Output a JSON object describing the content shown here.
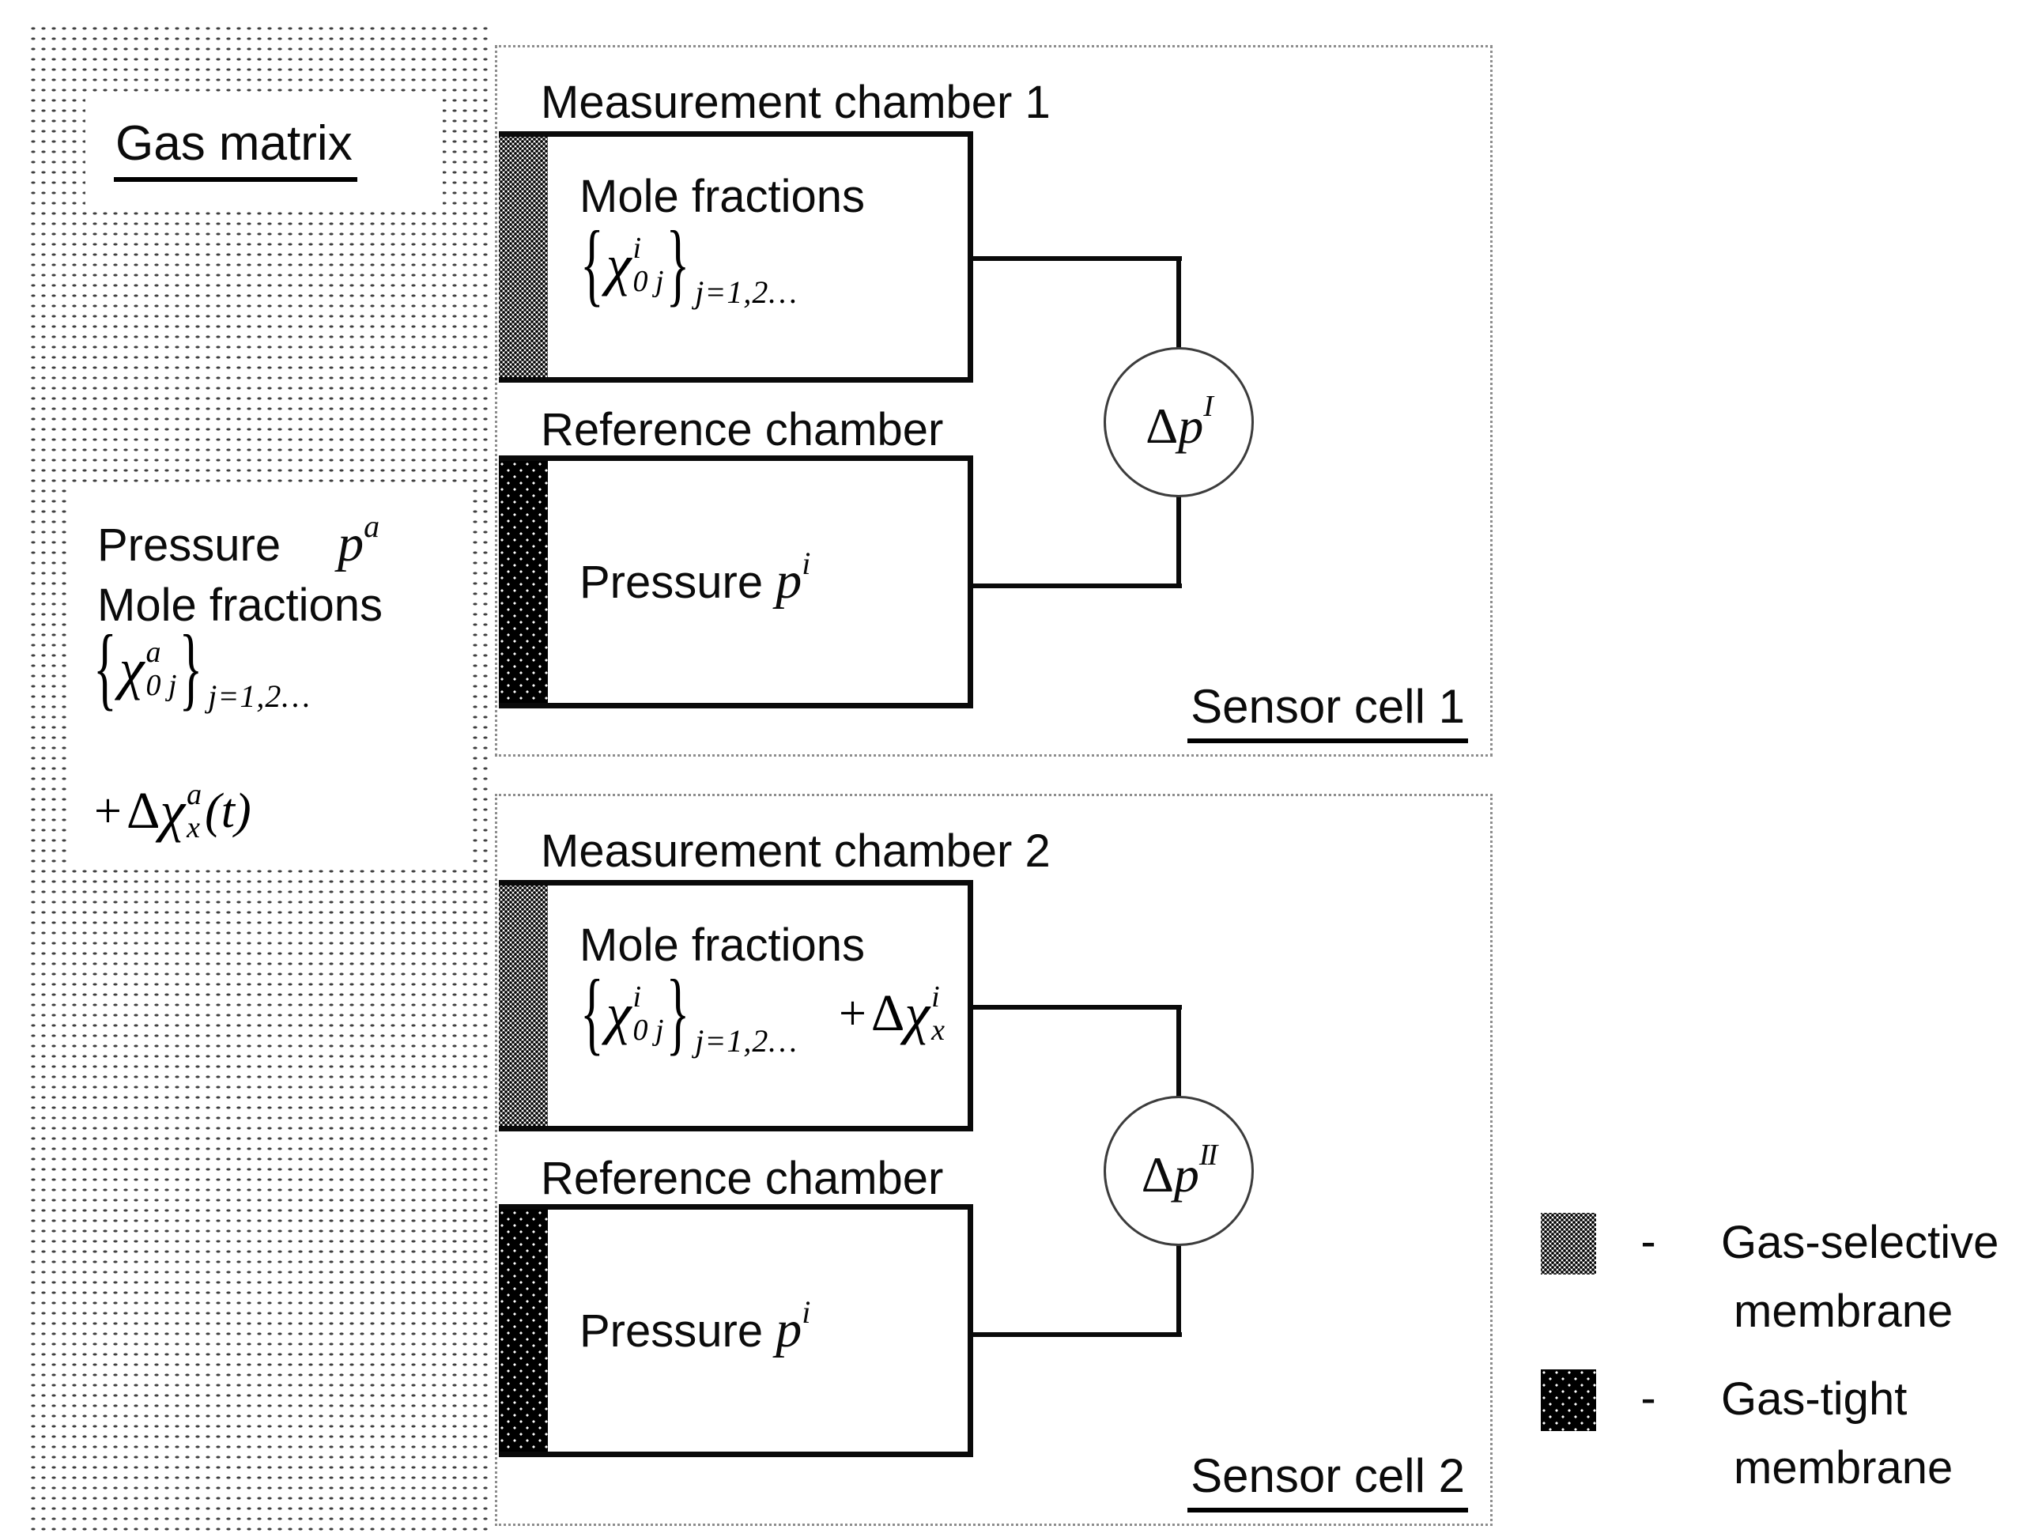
{
  "gas_matrix": {
    "title": "Gas matrix",
    "pressure_label": "Pressure",
    "pressure_symbol": "p",
    "pressure_sup": "a",
    "mole_fractions_label": "Mole fractions",
    "set_formula": {
      "open_brace": "{",
      "chi": "χ",
      "sup": "a",
      "sub": "0 j",
      "close_brace": "}",
      "index_sub": "j=1,2…"
    },
    "delta_formula": {
      "prefix": "+",
      "delta": "Δ",
      "chi": "χ",
      "sup": "a",
      "sub": "x",
      "suffix": "(t)"
    }
  },
  "sensor_cells": [
    {
      "measurement_title": "Measurement chamber 1",
      "mole_fractions_label": "Mole fractions",
      "set_formula": {
        "open_brace": "{",
        "chi": "χ",
        "sup": "i",
        "sub": "0 j",
        "close_brace": "}",
        "index_sub": "j=1,2…"
      },
      "reference_title": "Reference chamber",
      "pressure_label": "Pressure",
      "pressure_symbol": "p",
      "pressure_sup": "i",
      "gauge": {
        "delta": "Δ",
        "symbol": "p",
        "sup": "I"
      },
      "cell_label": "Sensor cell 1"
    },
    {
      "measurement_title": "Measurement chamber 2",
      "mole_fractions_label": "Mole fractions",
      "set_formula": {
        "open_brace": "{",
        "chi": "χ",
        "sup": "i",
        "sub": "0 j",
        "close_brace": "}",
        "index_sub": "j=1,2…"
      },
      "extra_term": {
        "prefix": "+",
        "delta": "Δ",
        "chi": "χ",
        "sup": "i",
        "sub": "x"
      },
      "reference_title": "Reference chamber",
      "pressure_label": "Pressure",
      "pressure_symbol": "p",
      "pressure_sup": "i",
      "gauge": {
        "delta": "Δ",
        "symbol": "p",
        "sup": "II"
      },
      "cell_label": "Sensor cell 2"
    }
  ],
  "legend": {
    "items": [
      {
        "swatch": "gas-selective-pattern",
        "separator": "-",
        "label_line1": "Gas-selective",
        "label_line2": "membrane"
      },
      {
        "swatch": "gas-tight-pattern",
        "separator": "-",
        "label_line1": "Gas-tight",
        "label_line2": "membrane"
      }
    ]
  },
  "colors": {
    "line": "#0a0a0a",
    "outer_border": "#8d8d8d",
    "background": "#ffffff"
  }
}
